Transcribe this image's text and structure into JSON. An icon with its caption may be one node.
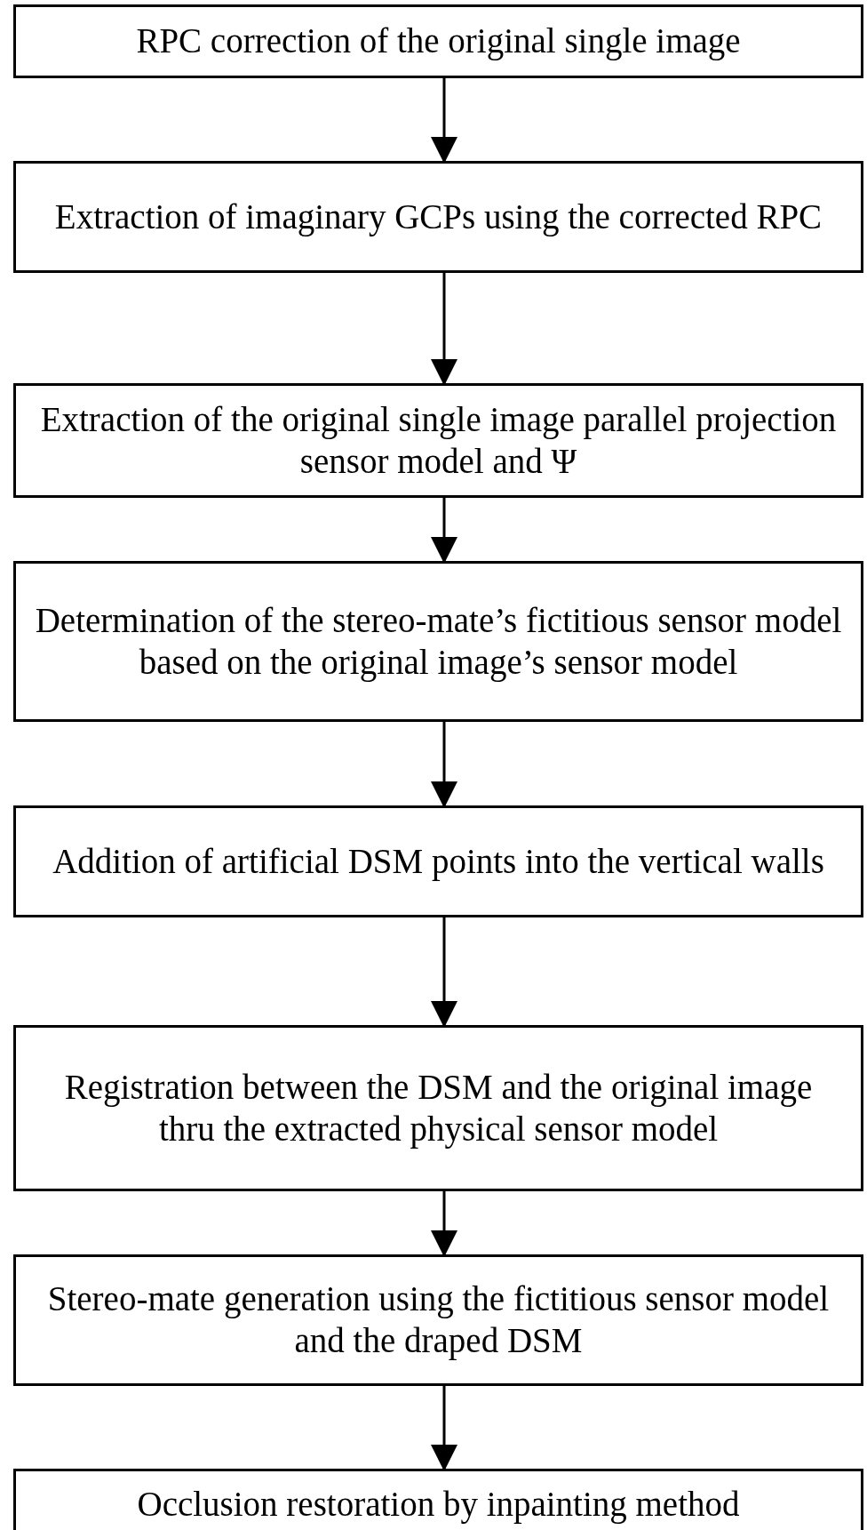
{
  "diagram": {
    "nodes": [
      {
        "text": [
          "RPC correction of the original single image"
        ]
      },
      {
        "text": [
          "Extraction of imaginary GCPs using the corrected RPC"
        ]
      },
      {
        "text": [
          "Extraction of the original single image parallel projection sensor model and Ψ"
        ]
      },
      {
        "text": [
          "Determination of the stereo-mate’s fictitious sensor model based on the original image’s sensor model"
        ]
      },
      {
        "text": [
          "Addition of artificial DSM points into the vertical walls"
        ]
      },
      {
        "text": [
          "Registration between the DSM and the original image thru the extracted physical sensor model"
        ]
      },
      {
        "text": [
          "Stereo-mate generation using the fictitious sensor model and the draped DSM"
        ]
      },
      {
        "text": [
          "Occlusion restoration by inpainting method"
        ]
      }
    ],
    "edges": [
      {
        "from": 0,
        "to": 1,
        "arrow": "to"
      },
      {
        "from": 1,
        "to": 2,
        "arrow": "to"
      },
      {
        "from": 2,
        "to": 3,
        "arrow": "to"
      },
      {
        "from": 3,
        "to": 4,
        "arrow": "to"
      },
      {
        "from": 4,
        "to": 5,
        "arrow": "to"
      },
      {
        "from": 5,
        "to": 6,
        "arrow": "to"
      },
      {
        "from": 6,
        "to": 7,
        "arrow": "to"
      }
    ]
  }
}
